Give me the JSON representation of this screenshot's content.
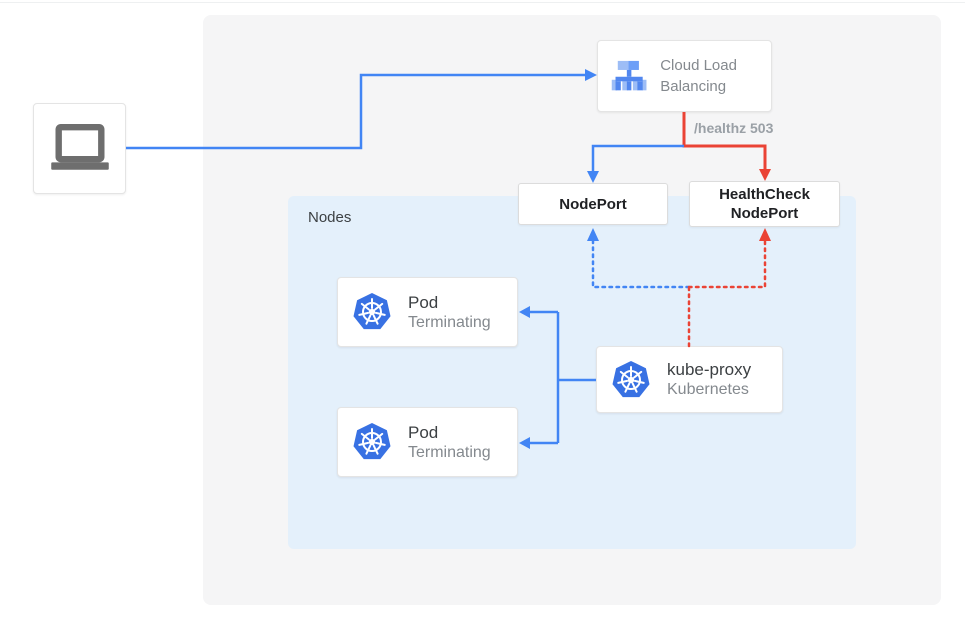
{
  "colors": {
    "blue": "#4285f4",
    "red": "#ea4335",
    "k8s_blue": "#3871e3",
    "panel_bg": "#f5f5f6",
    "nodes_bg": "#e4f0fb",
    "card_border": "#e4e4e4",
    "text_dark": "#3c4043",
    "text_gray": "#84898e",
    "text_black": "#202124",
    "healthz_gray": "#9aa0a6",
    "laptop_gray": "#6e6e6e"
  },
  "nodes": {
    "client": {
      "icon": "laptop-icon"
    },
    "cloud_load_balancing": {
      "label": "Cloud Load Balancing",
      "icon": "load-balancer-icon"
    },
    "nodeport": {
      "label": "NodePort"
    },
    "healthcheck_nodeport": {
      "line1": "HealthCheck",
      "line2": "NodePort"
    },
    "nodes_group": {
      "label": "Nodes"
    },
    "pod1": {
      "title": "Pod",
      "status": "Terminating",
      "icon": "kubernetes-icon"
    },
    "pod2": {
      "title": "Pod",
      "status": "Terminating",
      "icon": "kubernetes-icon"
    },
    "kube_proxy": {
      "title": "kube-proxy",
      "subtitle": "Kubernetes",
      "icon": "kubernetes-icon"
    }
  },
  "edges": {
    "healthz_label": "/healthz 503",
    "client_to_clb": "blue solid arrow",
    "clb_to_nodeport": "blue solid arrow",
    "clb_to_healthcheck_nodeport": "red solid arrow",
    "kube_proxy_to_nodeport": "blue dotted arrow",
    "kube_proxy_to_healthcheck_nodeport": "red dotted arrow",
    "kube_proxy_to_pods": "blue solid arrows"
  }
}
